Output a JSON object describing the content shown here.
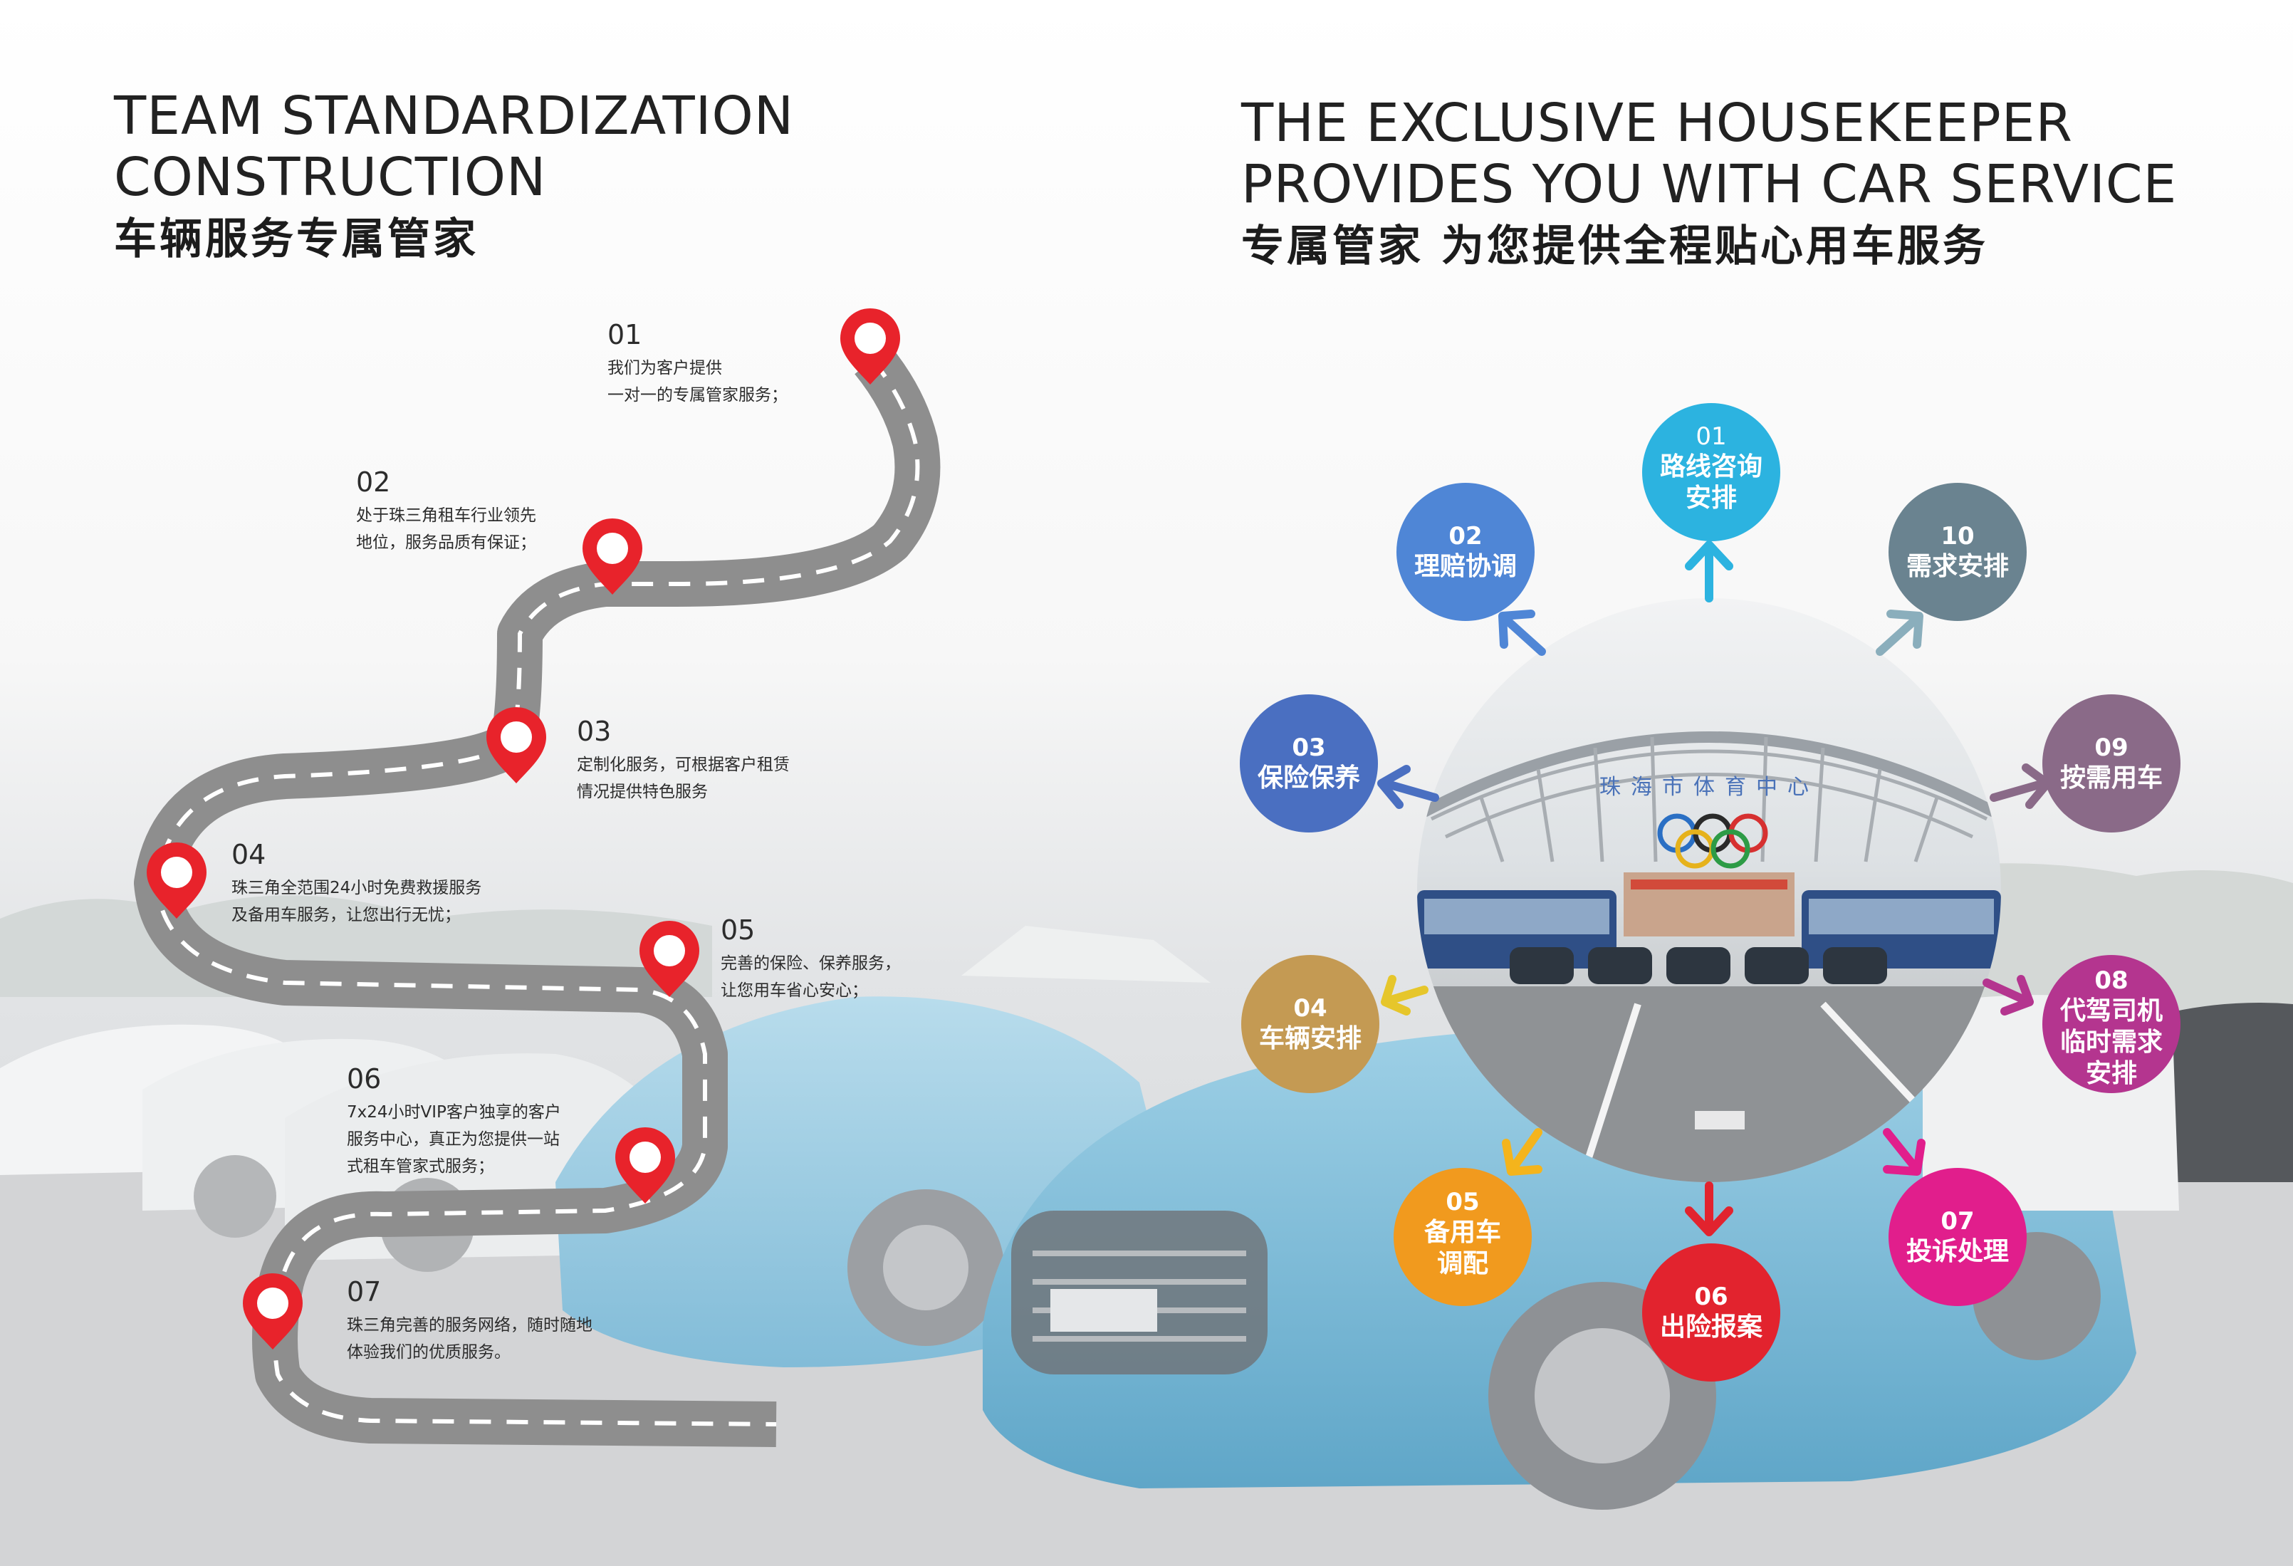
{
  "left": {
    "title_en": [
      "TEAM STANDARDIZATION",
      "CONSTRUCTION"
    ],
    "title_cn": "车辆服务专属管家",
    "steps": [
      {
        "num": "01",
        "lines": [
          "我们为客户提供",
          "一对一的专属管家服务；"
        ]
      },
      {
        "num": "02",
        "lines": [
          "处于珠三角租车行业领先",
          "地位，服务品质有保证；"
        ]
      },
      {
        "num": "03",
        "lines": [
          "定制化服务，可根据客户租赁",
          "情况提供特色服务"
        ]
      },
      {
        "num": "04",
        "lines": [
          "珠三角全范围24小时免费救援服务",
          "及备用车服务，让您出行无忧；"
        ]
      },
      {
        "num": "05",
        "lines": [
          "完善的保险、保养服务，",
          "让您用车省心安心；"
        ]
      },
      {
        "num": "06",
        "lines": [
          "7x24小时VIP客户独享的客户",
          "服务中心，真正为您提供一站",
          "式租车管家式服务；"
        ]
      },
      {
        "num": "07",
        "lines": [
          "珠三角完善的服务网络，随时随地",
          "体验我们的优质服务。"
        ]
      }
    ]
  },
  "right": {
    "title_en": [
      "THE EXCLUSIVE HOUSEKEEPER",
      "PROVIDES YOU WITH CAR SERVICE"
    ],
    "title_cn": "专属管家 为您提供全程贴心用车服务",
    "services": [
      {
        "num": "01",
        "lines": [
          "路线咨询",
          "安排"
        ],
        "color": "#2cb3e0"
      },
      {
        "num": "02",
        "lines": [
          "理赔协调"
        ],
        "color": "#4f86d6"
      },
      {
        "num": "03",
        "lines": [
          "保险保养"
        ],
        "color": "#4a6fc1"
      },
      {
        "num": "04",
        "lines": [
          "车辆安排"
        ],
        "color": "#c49a53"
      },
      {
        "num": "05",
        "lines": [
          "备用车",
          "调配"
        ],
        "color": "#f19a1e"
      },
      {
        "num": "06",
        "lines": [
          "出险报案"
        ],
        "color": "#e2232e"
      },
      {
        "num": "07",
        "lines": [
          "投诉处理"
        ],
        "color": "#e11e8c"
      },
      {
        "num": "08",
        "lines": [
          "代驾司机",
          "临时需求",
          "安排"
        ],
        "color": "#b4358f"
      },
      {
        "num": "09",
        "lines": [
          "按需用车"
        ],
        "color": "#8a6a88"
      },
      {
        "num": "10",
        "lines": [
          "需求安排"
        ],
        "color": "#6a8390"
      }
    ],
    "photo_sign": "珠海市体育中心"
  },
  "colors": {
    "pin": "#e8232b",
    "road": "#8e8e8e",
    "heading": "#222222"
  }
}
